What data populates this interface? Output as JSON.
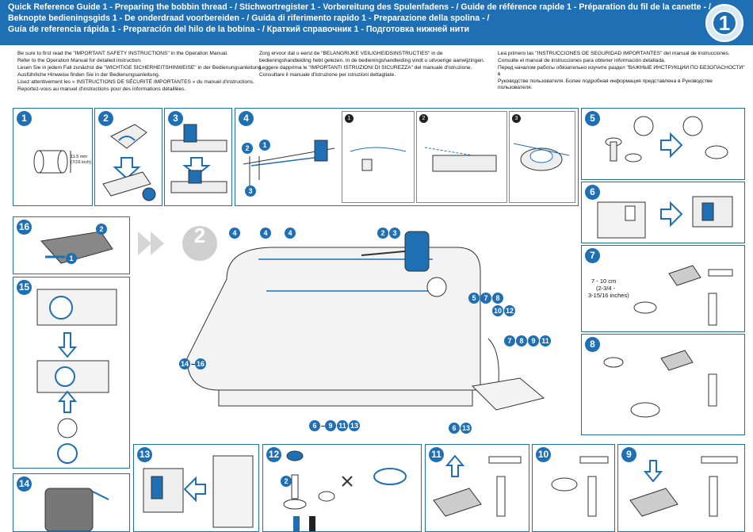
{
  "header": {
    "lines": [
      "Quick Reference Guide 1 - Preparing the bobbin thread - / Stichwortregister 1 - Vorbereitung des Spulenfadens - / Guide de référence rapide 1 - Préparation du fil de la canette - /",
      "Beknopte bedieningsgids 1 - De onderdraad voorbereiden - / Guida di riferimento rapido 1 - Preparazione della spolina - /",
      "Guía de referencia rápida 1 - Preparación del hilo de la bobina - / Краткий справочник 1 - Подготовка нижней нити"
    ],
    "logo_number": "1"
  },
  "intro": {
    "col1": [
      "Be sure to first read the \"IMPORTANT SAFETY INSTRUCTIONS\" in the Operation Manual.",
      "Refer to the Operation Manual for detailed instruction.",
      "Lesen Sie in jedem Fall zunächst die \"WICHTIGE SICHERHEITSHINWEISE\" in der Bedienungsanleitung.",
      "Ausführliche Hinweise finden Sie in der Bedienungsanleitung.",
      "Lisez attentivement les « INSTRUCTIONS DE SÉCURITÉ IMPORTANTES » du manuel d'instructions.",
      "Reportez-vous au manuel d'instructions pour des informations détaillées."
    ],
    "col2": [
      "Zorg ervoor dat u eerst de \"BELANGRIJKE VEILIGHEIDSINSTRUCTIES\" in de",
      "bedieningshandleiding hebt gelezen. In de bedieningshandleiding vindt u uitvoerige aanwijzingen.",
      "Leggere dapprima le \"IMPORTANTI ISTRUZIONI DI SICUREZZA\" del manuale d'istruzione.",
      "Consultare il manuale d'istruzione per istruzioni dettagliate."
    ],
    "col3": [
      "Lea primero las \"INSTRUCCIONES DE SEGURIDAD IMPORTANTES\" del manual de instrucciones.",
      "Consulte el manual de instrucciones para obtener información detallada.",
      "Перед началом работы обязательно изучите раздел \"ВАЖНЫЕ ИНСТРУКЦИИ ПО БЕЗОПАСНОСТИ\" в",
      "Руководстве пользователя. Более подробная информация представлена в Руководстве пользователя."
    ]
  },
  "steps": {
    "s1": "1",
    "s2": "2",
    "s3": "3",
    "s4": "4",
    "s5": "5",
    "s6": "6",
    "s7": "7",
    "s8": "8",
    "s9": "9",
    "s10": "10",
    "s11": "11",
    "s12": "12",
    "s13": "13",
    "s14": "14",
    "s15": "15",
    "s16": "16"
  },
  "step1": {
    "dim1": "11.5 mm",
    "dim2": "(7/16 inch)"
  },
  "step4": {
    "sub1": "1",
    "sub2": "2",
    "sub3": "3",
    "callouts": [
      "2",
      "1",
      "3"
    ]
  },
  "step7": {
    "len1": "7 - 10 cm",
    "len2": "(2-3/4 -",
    "len3": "3-15/16 inches)"
  },
  "step12": {
    "callout": "2"
  },
  "step16": {
    "callouts": [
      "2",
      "1"
    ]
  },
  "center": {
    "big_number": "2",
    "labels": {
      "l4a": "4",
      "l4b": "4",
      "l4c": "4",
      "l23a": "2",
      "l23b": "3",
      "l5a": "5",
      "l5b": "7",
      "l5c": "8",
      "l10a": "10",
      "l10b": "12",
      "l14a": "14",
      "l14dash": "–",
      "l14b": "16",
      "l6a": "6",
      "l6dash": "–",
      "l6b": "9",
      "l6c": "11",
      "l6d": "13",
      "l613a": "6",
      "l613b": "13",
      "l7a": "7",
      "l7b": "8",
      "l7c": "9",
      "l7d": "11"
    }
  },
  "colors": {
    "brand": "#1f6fb5",
    "line": "#333333",
    "machine": "#f3f3f3"
  }
}
